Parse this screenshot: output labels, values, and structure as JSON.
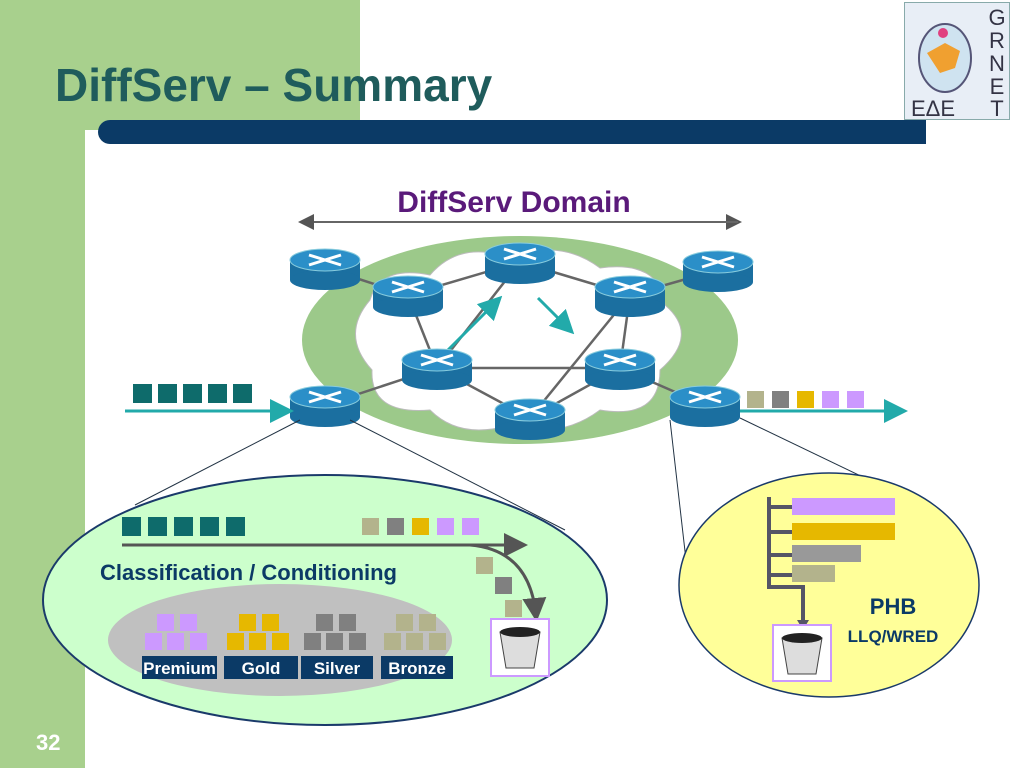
{
  "slide": {
    "title": "DiffServ – Summary",
    "page_number": "32"
  },
  "logo": {
    "letters_vertical": "GRNET",
    "letters_bottom": "ΕΔΕΤ"
  },
  "diagram": {
    "domain_label": "DiffServ Domain",
    "classification_label": "Classification / Conditioning",
    "classes": [
      "Premium",
      "Gold",
      "Silver",
      "Bronze"
    ],
    "phb_label": "PHB",
    "phb_sub_label": "LLQ/WRED",
    "colors": {
      "premium": "#cc99ff",
      "gold": "#e6b800",
      "silver": "#808080",
      "bronze": "#b3b38c",
      "unclassified": "#0e6b6b",
      "domain": "#9cc98a",
      "classifier_oval": "#ccffcc",
      "phb_oval": "#ffff99",
      "router": "#2b8fc8"
    }
  }
}
